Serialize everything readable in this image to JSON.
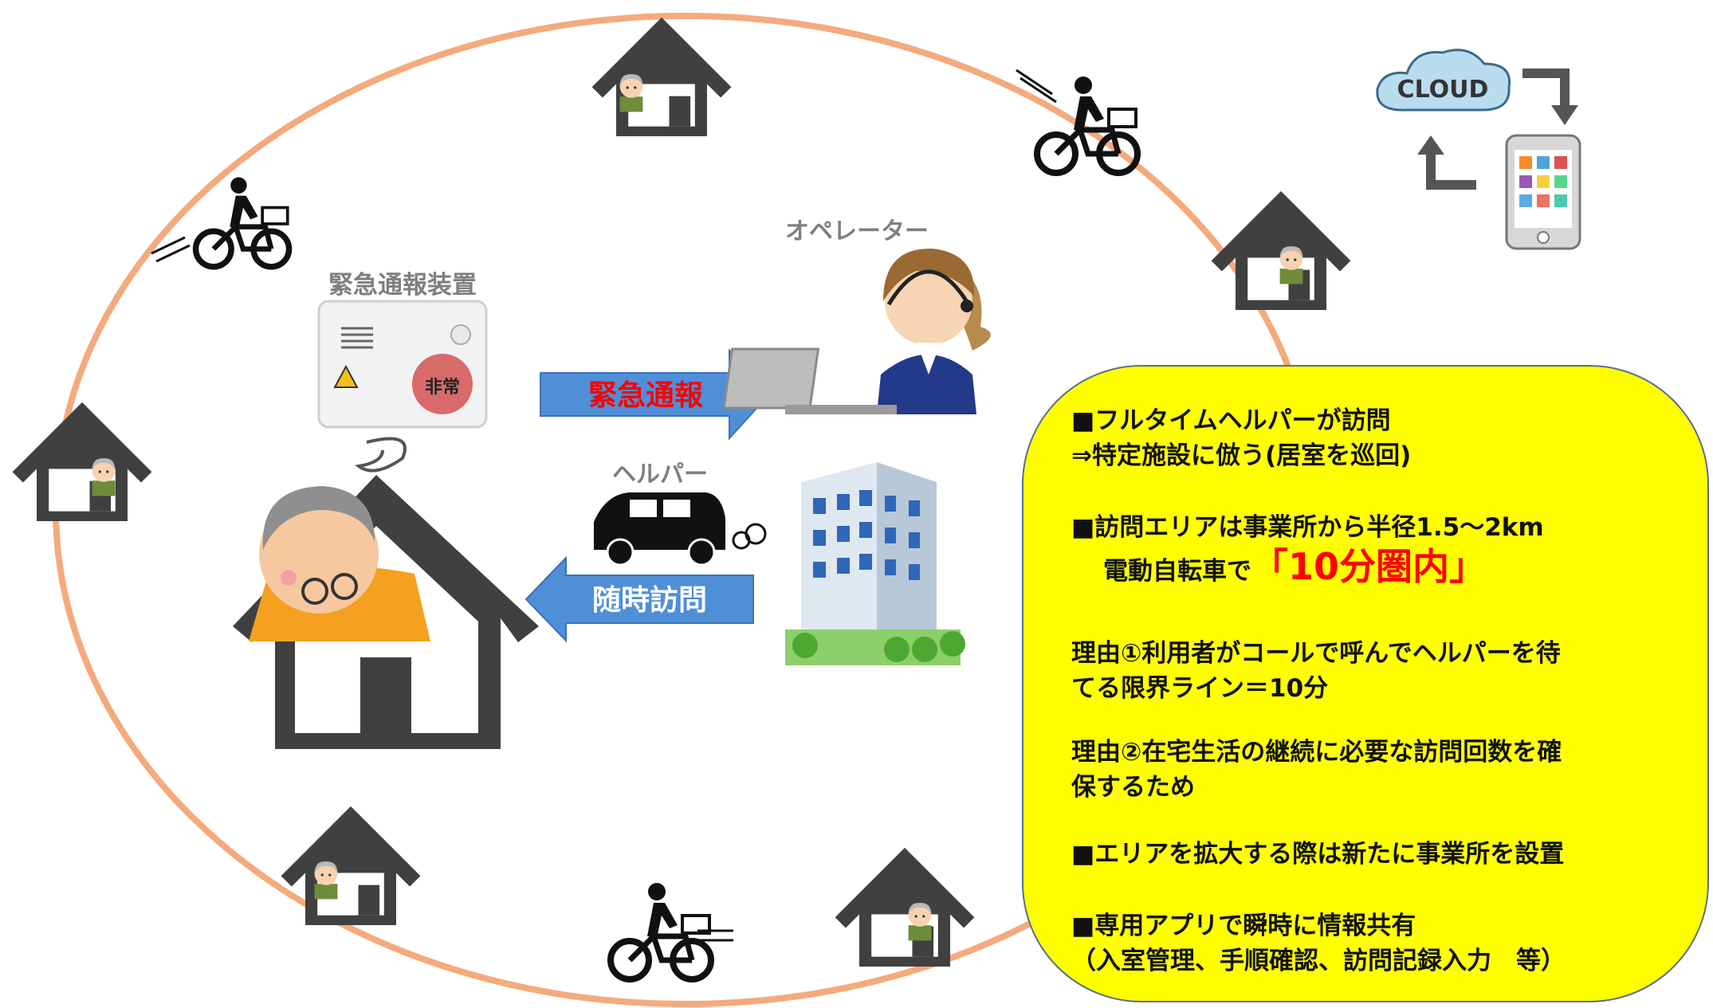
{
  "labels": {
    "device_title": "緊急通報装置",
    "device_button": "非常",
    "operator": "オペレーター",
    "emergency_call": "緊急通報",
    "helper": "ヘルパー",
    "visit": "随時訪問",
    "cloud": "CLOUD"
  },
  "info": {
    "line1": "■フルタイムヘルパーが訪問",
    "line2": "⇒特定施設に倣う(居室を巡回)",
    "line3": "■訪問エリアは事業所から半径1.5～2km",
    "line4_prefix": "電動自転車で",
    "line4_highlight": "「10分圏内」",
    "line5": "理由①利用者がコールで呼んでヘルパーを待",
    "line6": "てる限界ライン＝10分",
    "line7": "理由②在宅生活の継続に必要な訪問回数を確",
    "line8": "保するため",
    "line9": "■エリアを拡大する際は新たに事業所を設置",
    "line10": "■専用アプリで瞬時に情報共有",
    "line11": "（入室管理、手順確認、訪問記録入力　等）"
  },
  "colors": {
    "ring": "#f4aa7c",
    "arrow_fill": "#4f8fd8",
    "arrow_text_red": "#ff0000",
    "info_bg": "#ffff00",
    "house": "#404040",
    "elder_shirt": "#f5a020"
  }
}
